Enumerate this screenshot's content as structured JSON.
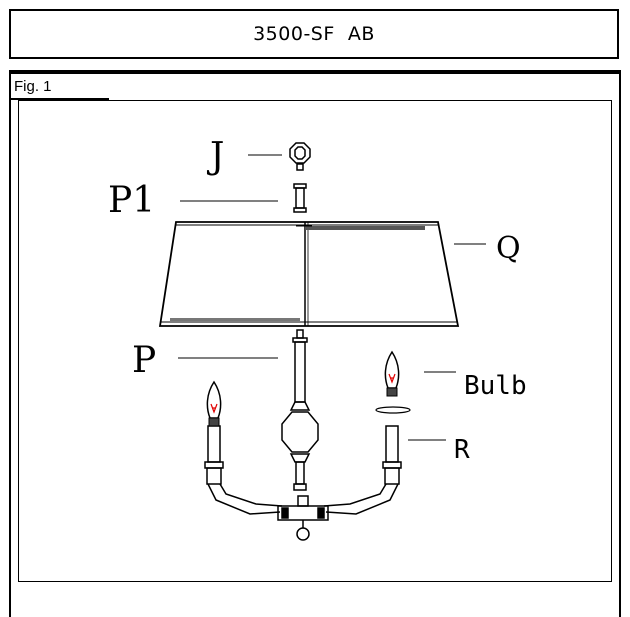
{
  "header": {
    "model": "3500-SF  AB"
  },
  "figure": {
    "label": "Fig. 1"
  },
  "parts": {
    "J": "J",
    "P1": "P1",
    "Q": "Q",
    "P": "P",
    "Bulb": "Bulb",
    "R": "R"
  }
}
